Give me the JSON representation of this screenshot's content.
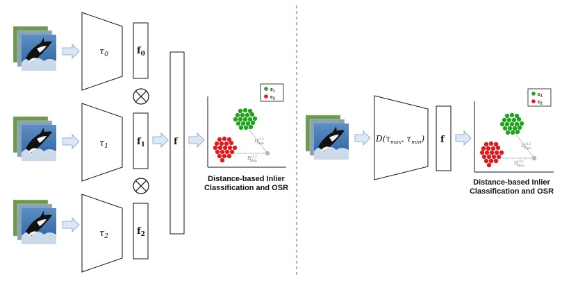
{
  "left": {
    "inputs": [
      "input image stack",
      "input image stack",
      "input image stack"
    ],
    "transforms": [
      {
        "base": "τ",
        "sub": "0"
      },
      {
        "base": "τ",
        "sub": "1"
      },
      {
        "base": "τ",
        "sub": "2"
      }
    ],
    "features": [
      {
        "base": "f",
        "sub": "0"
      },
      {
        "base": "f",
        "sub": "1"
      },
      {
        "base": "f",
        "sub": "2"
      }
    ],
    "combined_feature": "f",
    "caption_line1": "Distance-based Inlier",
    "caption_line2": "Classification and OSR"
  },
  "right": {
    "transform_label": "D(τmax, τmin)",
    "transform_parts": {
      "prefix": "D(",
      "t1": "τ",
      "s1": "max",
      "comma": ", ",
      "t2": "τ",
      "s2": "min",
      "suffix": ")"
    },
    "feature": "f",
    "caption_line1": "Distance-based Inlier",
    "caption_line2": "Classification and OSR"
  },
  "legend": {
    "c1": {
      "base": "c",
      "sub": "1"
    },
    "c2": {
      "base": "c",
      "sub": "2"
    }
  },
  "distance_label": {
    "base": "D",
    "sub": "Mah",
    "sup": "c2,f"
  },
  "distance_label_alt": {
    "base": "D",
    "sub": "Mah",
    "sup": "c1,f"
  },
  "colors": {
    "arrow_fill": "#dde8f6",
    "arrow_stroke": "#8fb0d8",
    "divider": "#5b8fc7",
    "green": "#1fa31f",
    "red": "#e01b1b",
    "test_point": "#b5b5b5"
  }
}
